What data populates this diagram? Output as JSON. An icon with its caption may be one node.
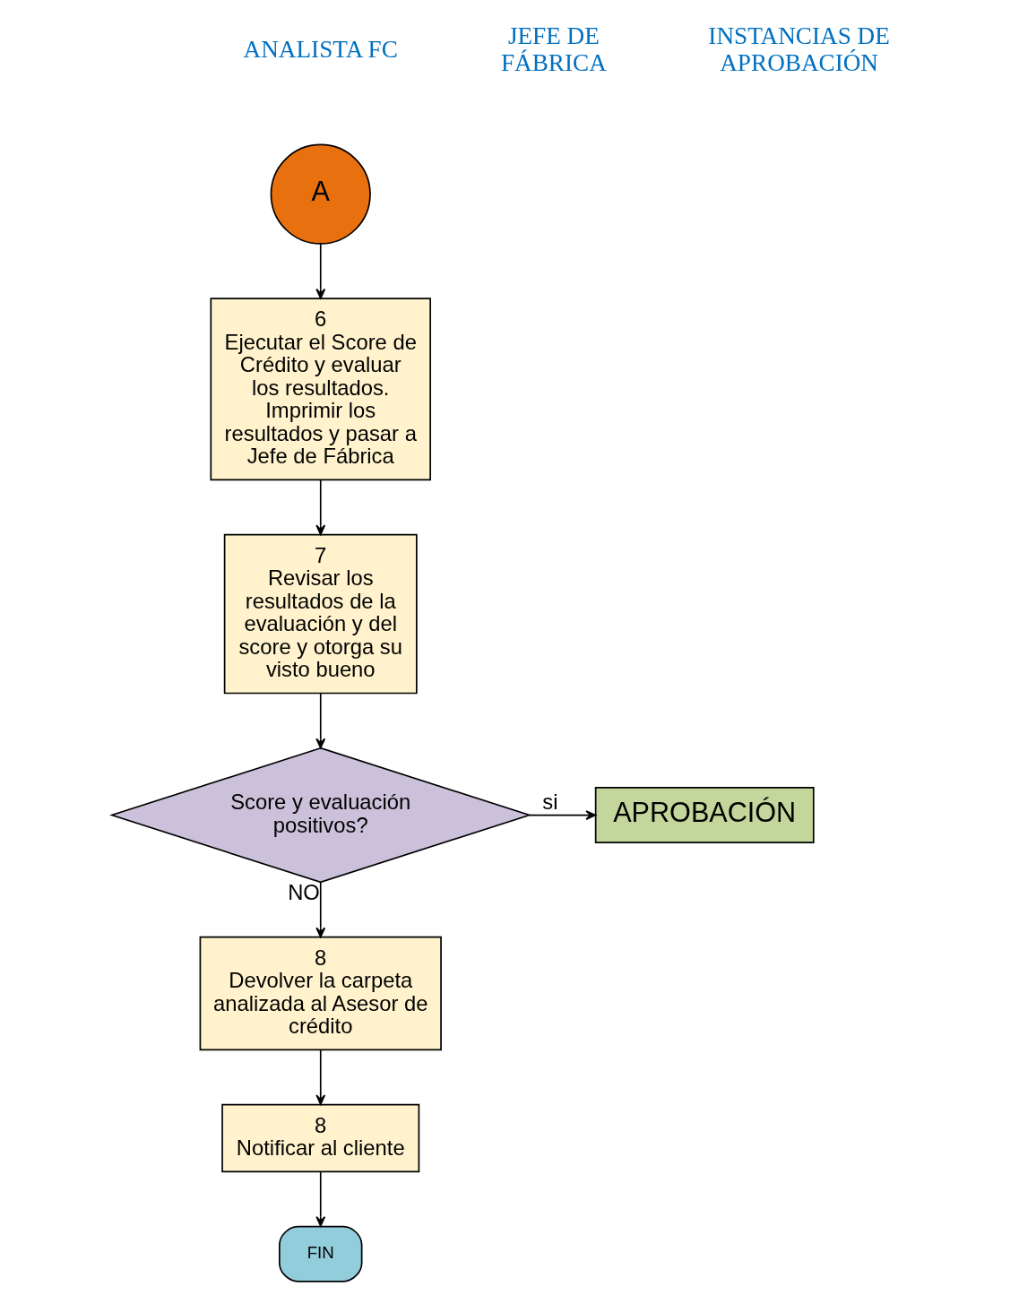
{
  "diagram": {
    "nodes": [
      {
        "text": [
          "A"
        ]
      },
      {
        "text": [
          "6",
          "Ejecutar el Score de Crédito y evaluar los resultados. Imprimir los resultados y pasar a Jefe de Fábrica"
        ]
      },
      {
        "text": [
          "7",
          "Revisar los resultados de la evaluación y del score y otorga su visto bueno"
        ]
      },
      {
        "text": [
          "Score y evaluación positivos?"
        ]
      },
      {
        "text": [
          "APROBACIÓN"
        ]
      },
      {
        "text": [
          "8",
          "Devolver la carpeta analizada al Asesor de crédito"
        ]
      },
      {
        "text": [
          "8",
          "Notificar al cliente"
        ]
      },
      {
        "text": [
          "FIN"
        ]
      }
    ],
    "edges": [
      {
        "from": 0,
        "to": 1,
        "arrow": "to"
      },
      {
        "from": 1,
        "to": 2,
        "arrow": "to"
      },
      {
        "from": 2,
        "to": 3,
        "arrow": "to"
      },
      {
        "from": 3,
        "to": 4,
        "label": "si",
        "arrow": "to"
      },
      {
        "from": 3,
        "to": 5,
        "label": "NO",
        "arrow": "to"
      },
      {
        "from": 5,
        "to": 6,
        "arrow": "to"
      },
      {
        "from": 6,
        "to": 7,
        "arrow": "to"
      }
    ],
    "labels": [
      "ANALISTA FC",
      "JEFE DE FÁBRICA",
      "INSTANCIAS DE APROBACIÓN"
    ]
  }
}
